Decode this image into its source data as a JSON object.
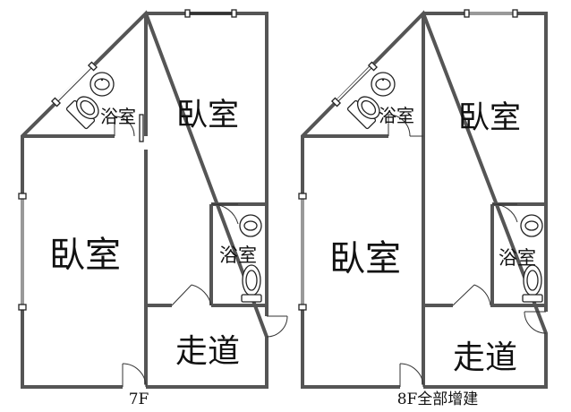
{
  "floors": [
    {
      "caption": "7F",
      "rooms": {
        "upper_bedroom": "臥室",
        "left_bedroom": "臥室",
        "upper_bathroom": "浴室",
        "right_bathroom": "浴室",
        "corridor": "走道"
      }
    },
    {
      "caption": "8F全部增建",
      "rooms": {
        "upper_bedroom": "臥室",
        "left_bedroom": "臥室",
        "upper_bathroom": "浴室",
        "right_bathroom": "浴室",
        "corridor": "走道"
      }
    }
  ]
}
